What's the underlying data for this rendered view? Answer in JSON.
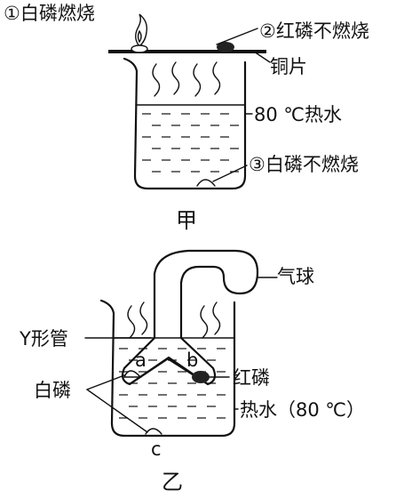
{
  "figure_jia": {
    "title": "甲",
    "labels": {
      "white_burns": "①白磷燃烧",
      "red_no_burn": "②红磷不燃烧",
      "copper_sheet": "铜片",
      "hot_water": "80 ℃热水",
      "white_in_water": "③白磷不燃烧"
    }
  },
  "figure_yi": {
    "title": "乙",
    "labels": {
      "balloon": "气球",
      "y_tube": "Y形管",
      "arm_a": "a",
      "arm_b": "b",
      "red_phosphorus": "红磷",
      "white_phosphorus": "白磷",
      "hot_water": "热水（80 ℃）",
      "point_c": "c"
    }
  }
}
